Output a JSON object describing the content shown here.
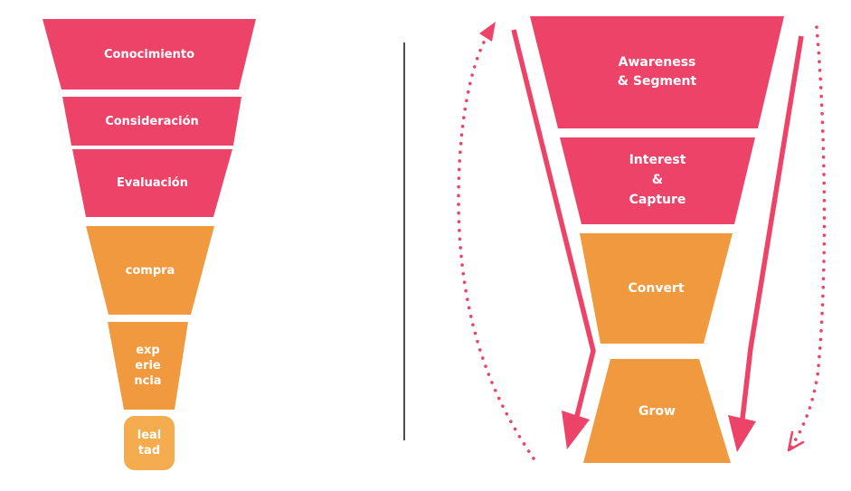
{
  "colors": {
    "pink": "#EE4368",
    "orange": "#F0993F",
    "orange_light": "#F4AC4E",
    "divider": "#4D4D4D",
    "text": "#FFFFFF",
    "background": "#FFFFFF"
  },
  "left_funnel": {
    "stages": [
      {
        "id": "conocimiento",
        "lines": [
          "Conocimiento"
        ]
      },
      {
        "id": "consideracion",
        "lines": [
          "Consideración"
        ]
      },
      {
        "id": "evaluacion",
        "lines": [
          "Evaluación"
        ]
      },
      {
        "id": "compra",
        "lines": [
          "compra"
        ]
      },
      {
        "id": "experiencia",
        "lines": [
          "exp",
          "erie",
          "ncia"
        ]
      },
      {
        "id": "lealtad",
        "lines": [
          "leal",
          "tad"
        ]
      }
    ]
  },
  "right_funnel": {
    "stages": [
      {
        "id": "awareness",
        "lines": [
          "Awareness",
          "& Segment"
        ]
      },
      {
        "id": "interest",
        "lines": [
          "Interest",
          "&",
          "Capture"
        ]
      },
      {
        "id": "convert",
        "lines": [
          "Convert"
        ]
      },
      {
        "id": "grow",
        "lines": [
          "Grow"
        ]
      }
    ]
  },
  "arrows": {
    "left_loop": "dotted-curved-arrow-pointing-up",
    "right_loop": "dotted-curved-arrow-pointing-down",
    "left_flow": "solid-funnel-side-arrow-down",
    "right_flow": "solid-funnel-side-arrow-down"
  }
}
